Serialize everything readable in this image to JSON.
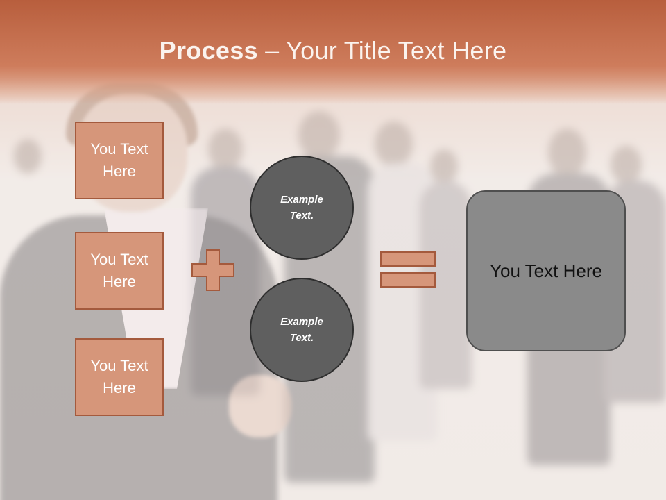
{
  "slide": {
    "title_bold": "Process",
    "title_rest": " – Your Title Text Here",
    "boxes": [
      {
        "label": "You Text Here"
      },
      {
        "label": "You Text Here"
      },
      {
        "label": "You Text Here"
      }
    ],
    "circles": [
      {
        "label": "Example Text."
      },
      {
        "label": "Example Text."
      }
    ],
    "result_label": "You Text Here",
    "icons": {
      "plus": "plus-icon",
      "equals": "equals-icon"
    }
  },
  "colors": {
    "accent": "#d6967a",
    "accent_border": "#a45a3d",
    "title_band": "#c97a5a",
    "circle_fill": "#5f5f5f",
    "result_fill": "#8a8a8a"
  }
}
